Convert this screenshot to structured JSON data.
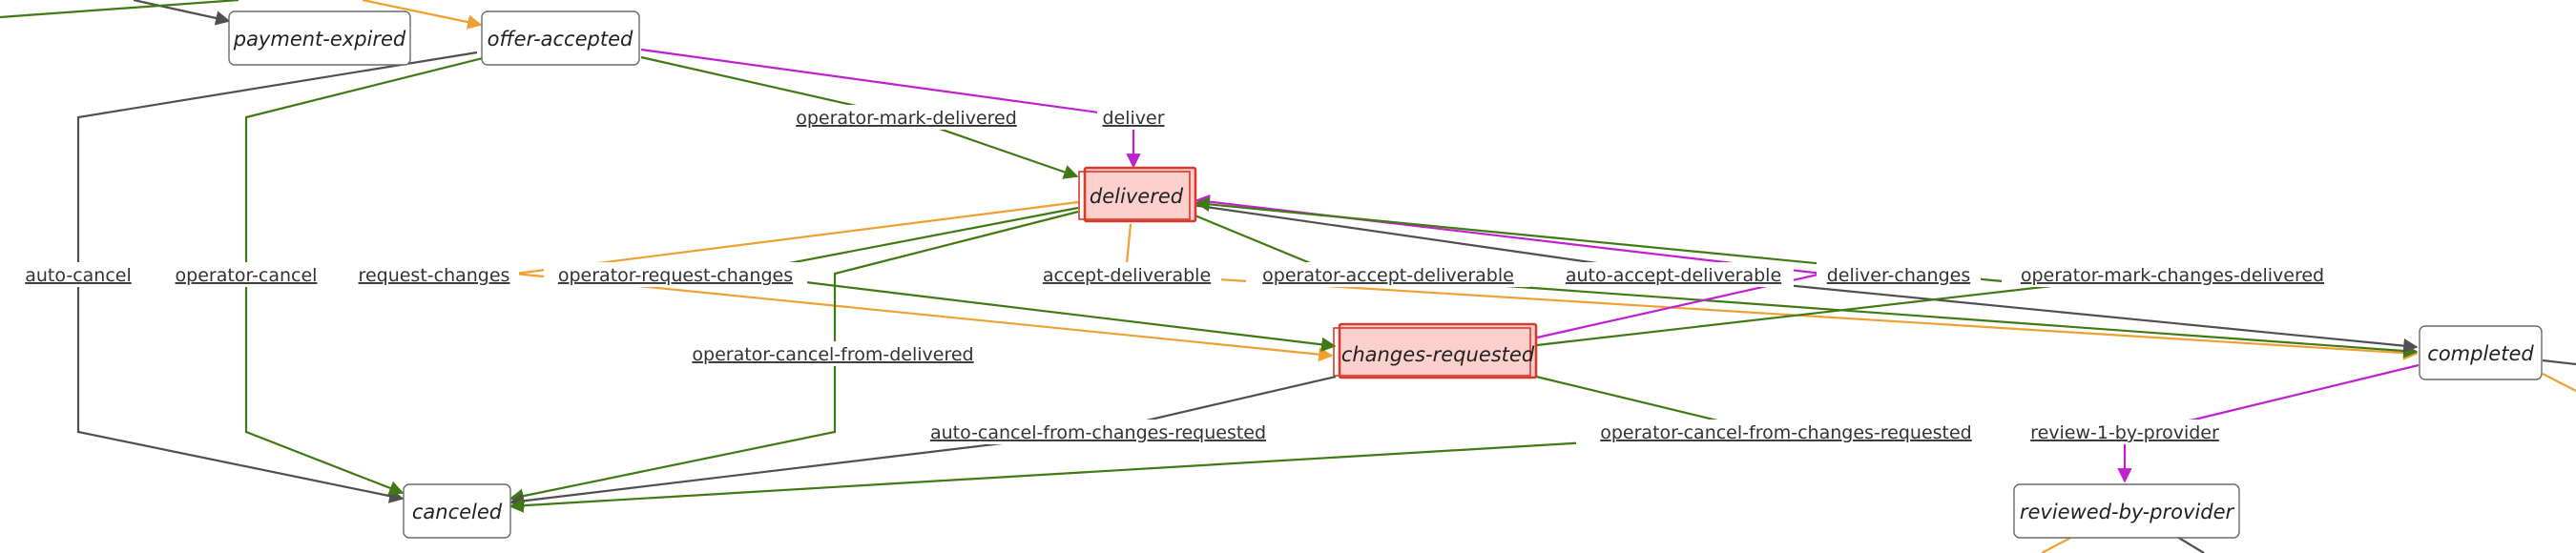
{
  "colors": {
    "gray": "#505050",
    "green": "#3f7a12",
    "orange": "#f0a030",
    "magenta": "#c020d0",
    "highlight_fill": "#fbd0cc",
    "highlight_stroke": "#d93a2b"
  },
  "nodes": [
    {
      "id": "payment-expired",
      "label": "payment-expired",
      "highlighted": false
    },
    {
      "id": "offer-accepted",
      "label": "offer-accepted",
      "highlighted": false
    },
    {
      "id": "delivered",
      "label": "delivered",
      "highlighted": true
    },
    {
      "id": "changes-requested",
      "label": "changes-requested",
      "highlighted": true
    },
    {
      "id": "completed",
      "label": "completed",
      "highlighted": false
    },
    {
      "id": "canceled",
      "label": "canceled",
      "highlighted": false
    },
    {
      "id": "reviewed-by-provider",
      "label": "reviewed-by-provider",
      "highlighted": false
    }
  ],
  "edges": [
    {
      "id": "auto-cancel",
      "label": "auto-cancel",
      "from": "offer-accepted",
      "to": "canceled",
      "color": "gray"
    },
    {
      "id": "operator-cancel",
      "label": "operator-cancel",
      "from": "offer-accepted",
      "to": "canceled",
      "color": "green"
    },
    {
      "id": "operator-mark-delivered",
      "label": "operator-mark-delivered",
      "from": "offer-accepted",
      "to": "delivered",
      "color": "green"
    },
    {
      "id": "deliver",
      "label": "deliver",
      "from": "offer-accepted",
      "to": "delivered",
      "color": "magenta"
    },
    {
      "id": "request-changes",
      "label": "request-changes",
      "from": "delivered",
      "to": "changes-requested",
      "color": "orange"
    },
    {
      "id": "operator-request-changes",
      "label": "operator-request-changes",
      "from": "delivered",
      "to": "changes-requested",
      "color": "green"
    },
    {
      "id": "operator-cancel-from-delivered",
      "label": "operator-cancel-from-delivered",
      "from": "delivered",
      "to": "canceled",
      "color": "green"
    },
    {
      "id": "accept-deliverable",
      "label": "accept-deliverable",
      "from": "delivered",
      "to": "completed",
      "color": "orange"
    },
    {
      "id": "operator-accept-deliverable",
      "label": "operator-accept-deliverable",
      "from": "delivered",
      "to": "completed",
      "color": "green"
    },
    {
      "id": "auto-accept-deliverable",
      "label": "auto-accept-deliverable",
      "from": "delivered",
      "to": "completed",
      "color": "gray"
    },
    {
      "id": "deliver-changes",
      "label": "deliver-changes",
      "from": "changes-requested",
      "to": "delivered",
      "color": "magenta"
    },
    {
      "id": "operator-mark-changes-delivered",
      "label": "operator-mark-changes-delivered",
      "from": "changes-requested",
      "to": "delivered",
      "color": "green"
    },
    {
      "id": "auto-cancel-from-changes-requested",
      "label": "auto-cancel-from-changes-requested",
      "from": "changes-requested",
      "to": "canceled",
      "color": "gray"
    },
    {
      "id": "operator-cancel-from-changes-requested",
      "label": "operator-cancel-from-changes-requested",
      "from": "changes-requested",
      "to": "canceled",
      "color": "green"
    },
    {
      "id": "review-1-by-provider",
      "label": "review-1-by-provider",
      "from": "completed",
      "to": "reviewed-by-provider",
      "color": "magenta"
    }
  ]
}
